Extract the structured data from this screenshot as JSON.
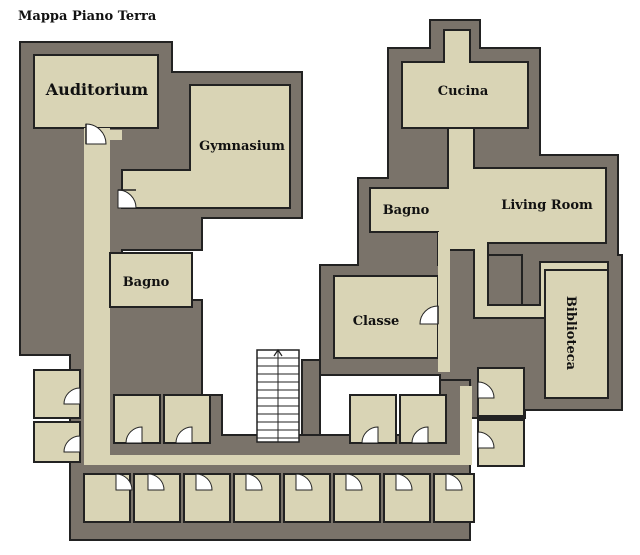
{
  "map": {
    "title": "Mappa Piano Terra",
    "colors": {
      "wall": "#7a736a",
      "room": "#d9d4b5",
      "outline": "#222222"
    },
    "rooms": {
      "auditorium": "Auditorium",
      "gymnasium": "Gymnasium",
      "bagno_west": "Bagno",
      "cucina": "Cucina",
      "bagno_east": "Bagno",
      "living_room": "Living Room",
      "classe": "Classe",
      "biblioteca": "Biblioteca"
    }
  }
}
